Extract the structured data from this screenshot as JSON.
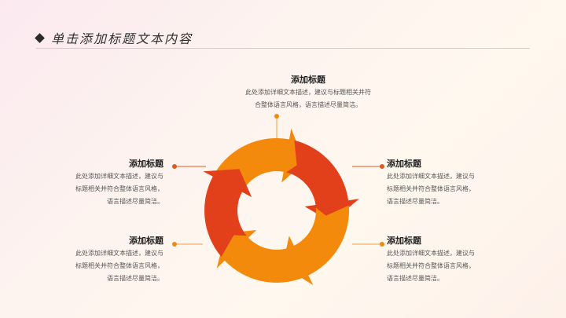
{
  "header": {
    "title": "单击添加标题文本内容"
  },
  "items": [
    {
      "title": "添加标题",
      "lines": [
        "此处添加详细文本描述，建议与标题相关并符",
        "合整体语言风格，语言描述尽量简洁。"
      ]
    },
    {
      "title": "添加标题",
      "lines": [
        "此处添加详细文本描述，建议与",
        "标题相关并符合整体语言风格，",
        "语言描述尽量简洁。"
      ]
    },
    {
      "title": "添加标题",
      "lines": [
        "此处添加详细文本描述，建议与",
        "标题相关并符合整体语言风格，",
        "语言描述尽量简洁。"
      ]
    },
    {
      "title": "添加标题",
      "lines": [
        "此处添加详细文本描述，建议与",
        "标题相关并符合整体语言风格，",
        "语言描述尽量简洁。"
      ]
    },
    {
      "title": "添加标题",
      "lines": [
        "此处添加详细文本描述，建议与",
        "标题相关并符合整体语言风格，",
        "语言描述尽量简洁。"
      ]
    }
  ],
  "colors": {
    "orange": "#f38a0c",
    "red_orange": "#e2401a",
    "connector": "#e05a1c"
  }
}
